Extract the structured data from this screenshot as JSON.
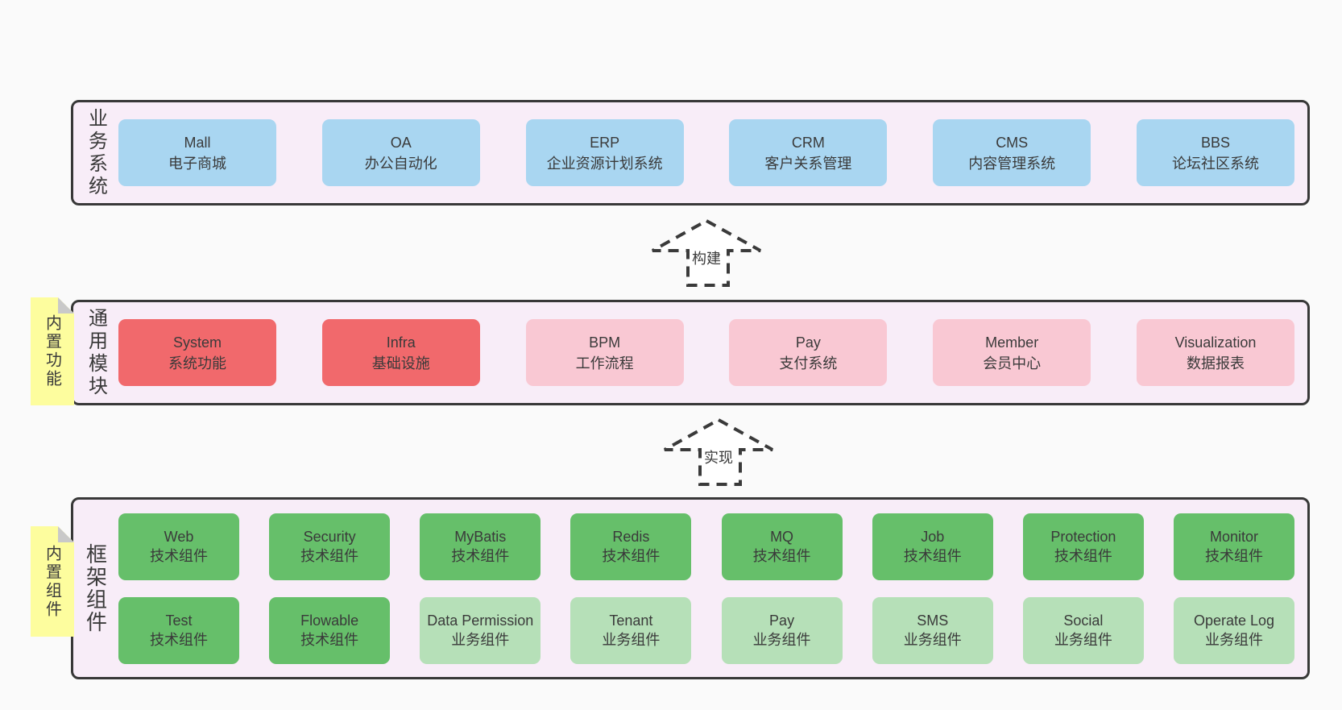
{
  "diagram": {
    "background": "#fafafa",
    "panel_bg": "#f8edf8",
    "border_color": "#383838",
    "colors": {
      "blue": "#a9d6f1",
      "red": "#f1696c",
      "pink": "#f9c8d3",
      "green": "#66bf6a",
      "lightgreen": "#b6e0b8",
      "note_yellow": "#fdfd9e"
    }
  },
  "business_layer": {
    "label": "业务系统",
    "boxes": [
      {
        "name": "Mall",
        "desc": "电子商城",
        "type": "blue"
      },
      {
        "name": "OA",
        "desc": "办公自动化",
        "type": "blue"
      },
      {
        "name": "ERP",
        "desc": "企业资源计划系统",
        "type": "blue"
      },
      {
        "name": "CRM",
        "desc": "客户关系管理",
        "type": "blue"
      },
      {
        "name": "CMS",
        "desc": "内容管理系统",
        "type": "blue"
      },
      {
        "name": "BBS",
        "desc": "论坛社区系统",
        "type": "blue"
      }
    ]
  },
  "build_arrow": {
    "label": "构建"
  },
  "module_layer": {
    "label": "通用模块",
    "note": "内置功能",
    "boxes": [
      {
        "name": "System",
        "desc": "系统功能",
        "type": "red"
      },
      {
        "name": "Infra",
        "desc": "基础设施",
        "type": "red"
      },
      {
        "name": "BPM",
        "desc": "工作流程",
        "type": "pink"
      },
      {
        "name": "Pay",
        "desc": "支付系统",
        "type": "pink"
      },
      {
        "name": "Member",
        "desc": "会员中心",
        "type": "pink"
      },
      {
        "name": "Visualization",
        "desc": "数据报表",
        "type": "pink"
      }
    ]
  },
  "implement_arrow": {
    "label": "实现"
  },
  "framework_layer": {
    "label": "框架组件",
    "note": "内置组件",
    "rows": [
      [
        {
          "name": "Web",
          "desc": "技术组件",
          "type": "green"
        },
        {
          "name": "Security",
          "desc": "技术组件",
          "type": "green"
        },
        {
          "name": "MyBatis",
          "desc": "技术组件",
          "type": "green"
        },
        {
          "name": "Redis",
          "desc": "技术组件",
          "type": "green"
        },
        {
          "name": "MQ",
          "desc": "技术组件",
          "type": "green"
        },
        {
          "name": "Job",
          "desc": "技术组件",
          "type": "green"
        },
        {
          "name": "Protection",
          "desc": "技术组件",
          "type": "green"
        },
        {
          "name": "Monitor",
          "desc": "技术组件",
          "type": "green"
        }
      ],
      [
        {
          "name": "Test",
          "desc": "技术组件",
          "type": "green"
        },
        {
          "name": "Flowable",
          "desc": "技术组件",
          "type": "green"
        },
        {
          "name": "Data Permission",
          "desc": "业务组件",
          "type": "lightgreen"
        },
        {
          "name": "Tenant",
          "desc": "业务组件",
          "type": "lightgreen"
        },
        {
          "name": "Pay",
          "desc": "业务组件",
          "type": "lightgreen"
        },
        {
          "name": "SMS",
          "desc": "业务组件",
          "type": "lightgreen"
        },
        {
          "name": "Social",
          "desc": "业务组件",
          "type": "lightgreen"
        },
        {
          "name": "Operate Log",
          "desc": "业务组件",
          "type": "lightgreen"
        }
      ]
    ]
  }
}
